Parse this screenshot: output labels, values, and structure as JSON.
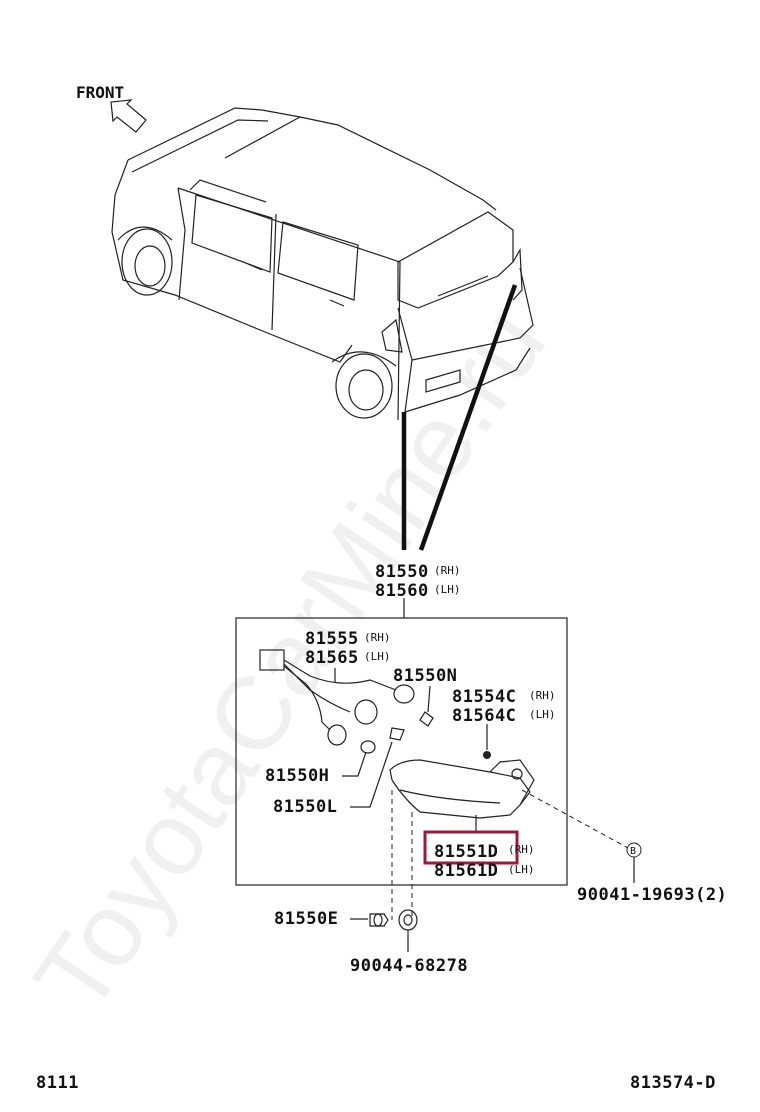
{
  "header": {
    "front_label": "FRONT"
  },
  "callouts": {
    "assy": {
      "rh": "81550",
      "rh_side": "(RH)",
      "lh": "81560",
      "lh_side": "(LH)"
    },
    "socket": {
      "rh": "81555",
      "rh_side": "(RH)",
      "lh": "81565",
      "lh_side": "(LH)"
    },
    "bulb_n": "81550N",
    "gasket": {
      "rh": "81554C",
      "rh_side": "(RH)",
      "lh": "81564C",
      "lh_side": "(LH)"
    },
    "bulb_h": "81550H",
    "bulb_l": "81550L",
    "lens": {
      "rh": "81551D",
      "rh_side": "(RH)",
      "lh": "81561D",
      "lh_side": "(LH)"
    },
    "screw": "90041-19693(2)",
    "bulb_e": "81550E",
    "grommet": "90044-68278",
    "screw_marker": "B"
  },
  "footer": {
    "left_code": "8111",
    "right_code": "813574-D"
  },
  "watermark": "ToyotaCarMine.ru",
  "colors": {
    "highlight": "#9b1b3a",
    "line": "#222222"
  }
}
